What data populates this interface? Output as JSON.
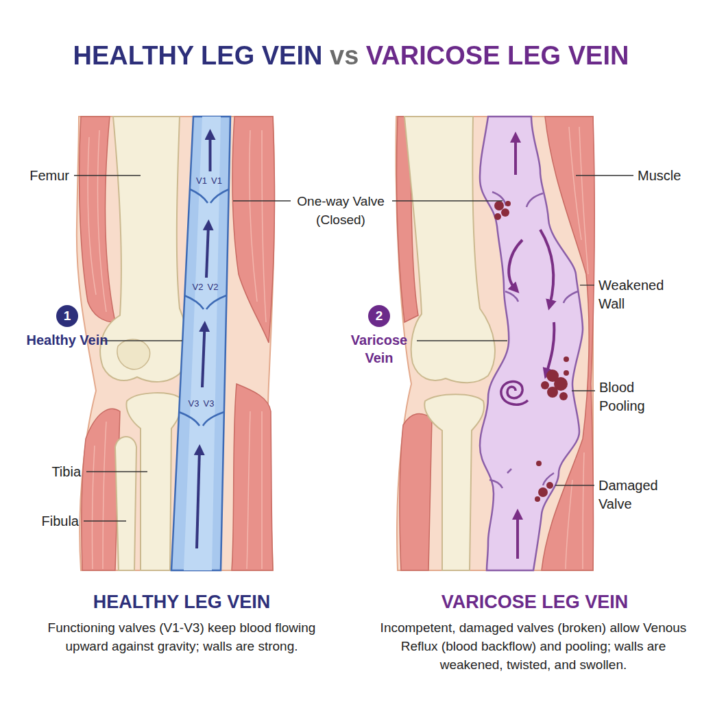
{
  "diagram": {
    "title": "HEALTHY LEG VEIN vs VARICOSE LEG VEIN",
    "nodes": [
      {
        "text": [
          "1",
          "Healthy Vein"
        ]
      },
      {
        "text": [
          "2",
          "Varicose Vein"
        ]
      }
    ],
    "labels": [
      "Femur",
      "V1",
      "V1",
      "One-way Valve (Closed)",
      "Muscle",
      "V2",
      "V2",
      "Weakened Wall",
      "Blood Pooling",
      "V3",
      "V3",
      "Tibia",
      "Damaged Valve",
      "Fibula",
      "HEALTHY LEG VEIN",
      "Functioning valves (V1-V3) keep blood flowing upward against gravity; walls are strong.",
      "VARICOSE LEG VEIN",
      "Incompetent, damaged valves (broken) allow Venous Reflux (blood backflow) and pooling; walls are weakened, twisted, and swollen."
    ]
  }
}
